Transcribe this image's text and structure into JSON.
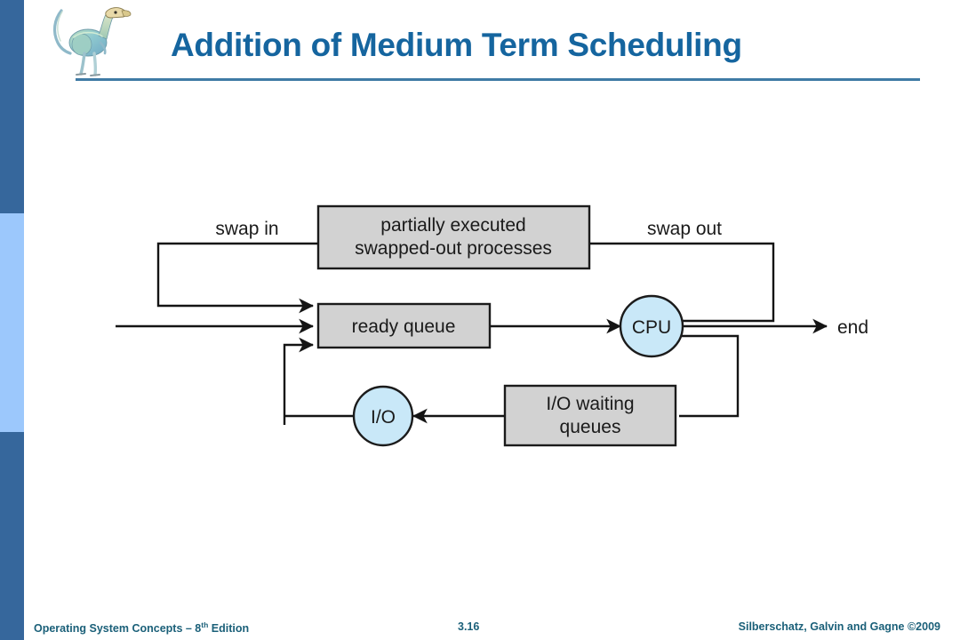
{
  "slide": {
    "title": "Addition of Medium Term Scheduling",
    "logo_icon": "dinosaur-logo",
    "accent_color": "#15659f",
    "rule_color": "#3f7ba5",
    "sidebar": {
      "top_color": "#36679c",
      "middle_color": "#9cc8fc",
      "bottom_color": "#36679c"
    }
  },
  "diagram": {
    "type": "flowchart",
    "nodes": [
      {
        "id": "swapped",
        "label": "partially executed\nswapped-out processes",
        "line1": "partially executed",
        "line2": "swapped-out processes",
        "shape": "rect",
        "fill": "#d2d2d2"
      },
      {
        "id": "ready",
        "label": "ready queue",
        "line1": "ready queue",
        "line2": "",
        "shape": "rect",
        "fill": "#d2d2d2"
      },
      {
        "id": "cpu",
        "label": "CPU",
        "line1": "CPU",
        "line2": "",
        "shape": "circle",
        "fill": "#c9e8f8"
      },
      {
        "id": "io",
        "label": "I/O",
        "line1": "I/O",
        "line2": "",
        "shape": "circle",
        "fill": "#c9e8f8"
      },
      {
        "id": "iowait",
        "label": "I/O waiting\nqueues",
        "line1": "I/O waiting",
        "line2": "queues",
        "shape": "rect",
        "fill": "#d2d2d2"
      }
    ],
    "labels": [
      {
        "id": "swap-in",
        "text": "swap in"
      },
      {
        "id": "swap-out",
        "text": "swap out"
      },
      {
        "id": "end",
        "text": "end"
      }
    ]
  },
  "footer": {
    "left_main": "Operating System Concepts ",
    "left_dash": "– 8",
    "left_sup": "th",
    "left_tail": " Edition",
    "left_full": "Operating System Concepts – 8th Edition",
    "page_number": "3.16",
    "right": "Silberschatz, Galvin and Gagne ©2009"
  }
}
